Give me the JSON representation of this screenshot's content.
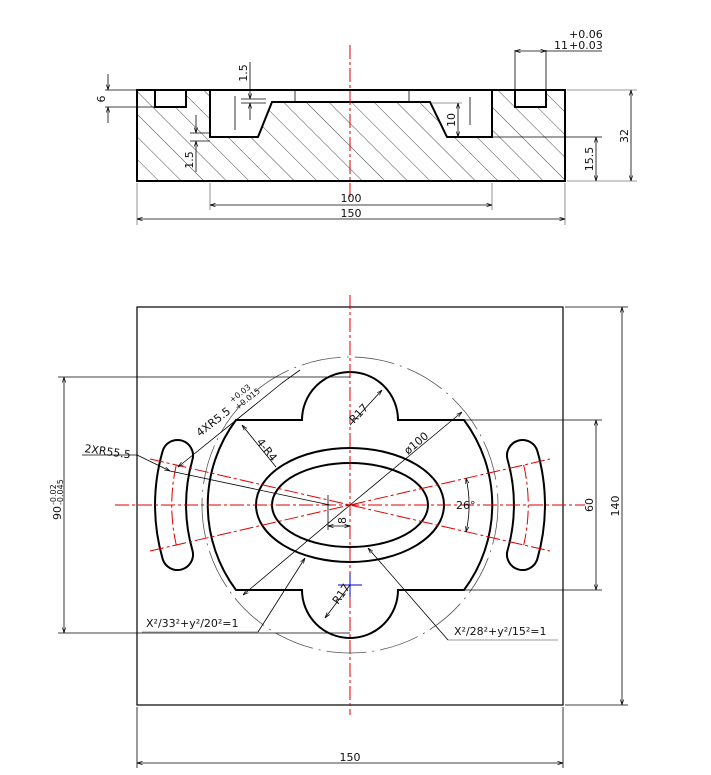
{
  "section_view": {
    "dims": {
      "width_total": "150",
      "width_pocket": "100",
      "height_total": "32",
      "height_step": "15.5",
      "slot_depth": "6",
      "step_top": "1.5",
      "step_bottom": "1.5",
      "taper_height": "10",
      "slot_width": "11",
      "slot_tol_upper": "+0.06",
      "slot_tol_lower": "+0.03"
    }
  },
  "plan_view": {
    "dims": {
      "width": "150",
      "height": "140",
      "inner_height": "60",
      "slot_spacing": "90",
      "slot_spacing_tol_upper": "-0.02",
      "slot_spacing_tol_lower": "-0.045",
      "slot_radius": "2XR55.5",
      "slot_halfwidth": "4XR5.5",
      "slot_halfwidth_tol_upper": "+0.03",
      "slot_halfwidth_tol_lower": "+0.015",
      "corner_radius": "4-R4",
      "lobe_radius_top": "R17",
      "lobe_radius_bottom": "R17",
      "circle_diameter": "ø100",
      "slot_angle": "26°",
      "offset": "8",
      "outer_ellipse": "X²/33²+y²/20²=1",
      "inner_ellipse": "X²/28²+y²/15²=1"
    }
  },
  "colors": {
    "outline": "#000000",
    "centerline": "#e00000",
    "marker": "#0000cc"
  }
}
